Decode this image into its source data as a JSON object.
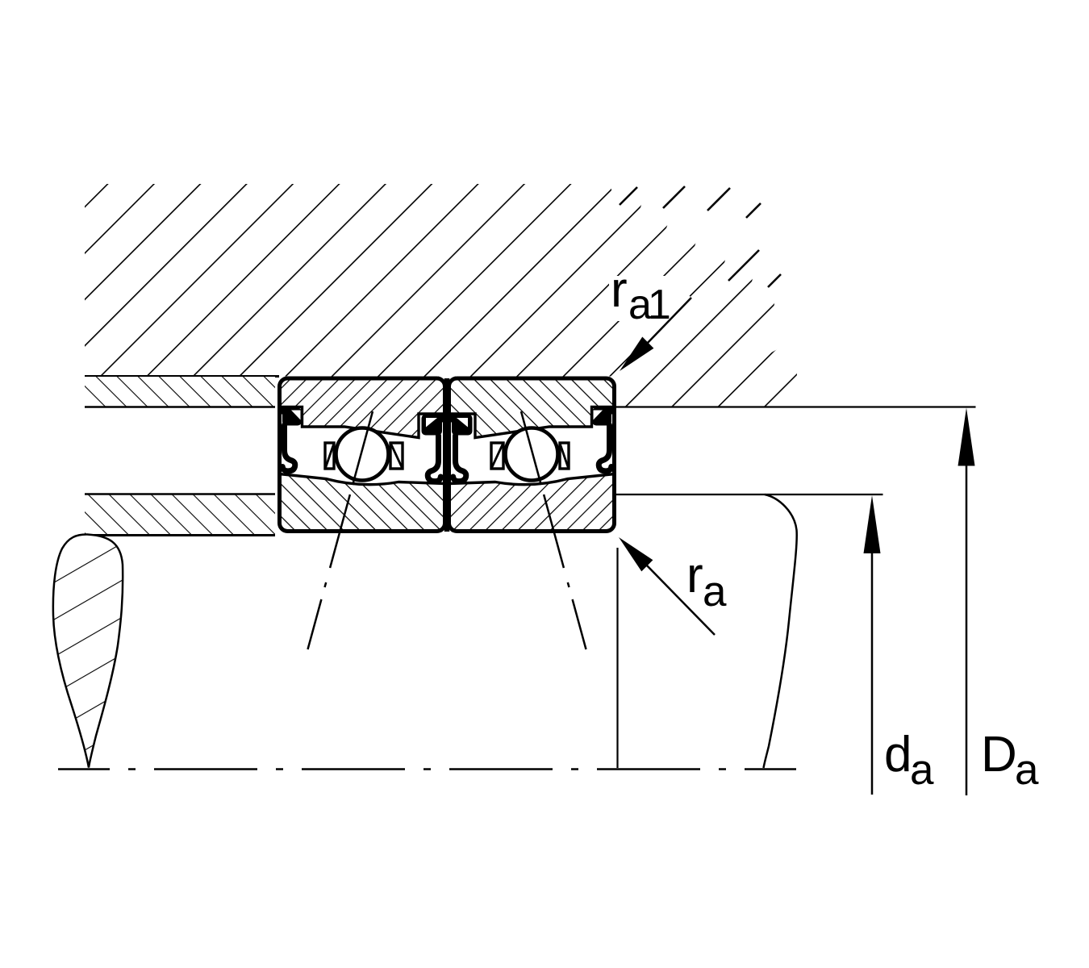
{
  "figure": {
    "type": "technical-drawing",
    "subject": "Cross-section mounting drawing of a sealed spindle bearing pair (O-arrangement) with abutment and fillet dimensions",
    "background_color": "#ffffff",
    "ink_color": "#000000"
  },
  "labels": {
    "ra1": {
      "base": "r",
      "sub": "a1"
    },
    "ra": {
      "base": "r",
      "sub": "a"
    },
    "da": {
      "base": "d",
      "sub": "a"
    },
    "Da": {
      "base": "D",
      "sub": "a"
    }
  },
  "parts": {
    "housing": "housing (hatched section)",
    "housing_shoulder_ring": "housing abutment ring",
    "shaft_spacer_ring": "shaft abutment spacer",
    "shaft_shoulder": "shaft shoulder contour",
    "locknut": "shaft locating element",
    "bearing_left": "angular contact spindle bearing (left)",
    "bearing_right": "angular contact spindle bearing (right)",
    "ball": "rolling element",
    "seal": "bearing seal",
    "cage": "cage cross-section",
    "axis": "bearing axis centerline"
  }
}
